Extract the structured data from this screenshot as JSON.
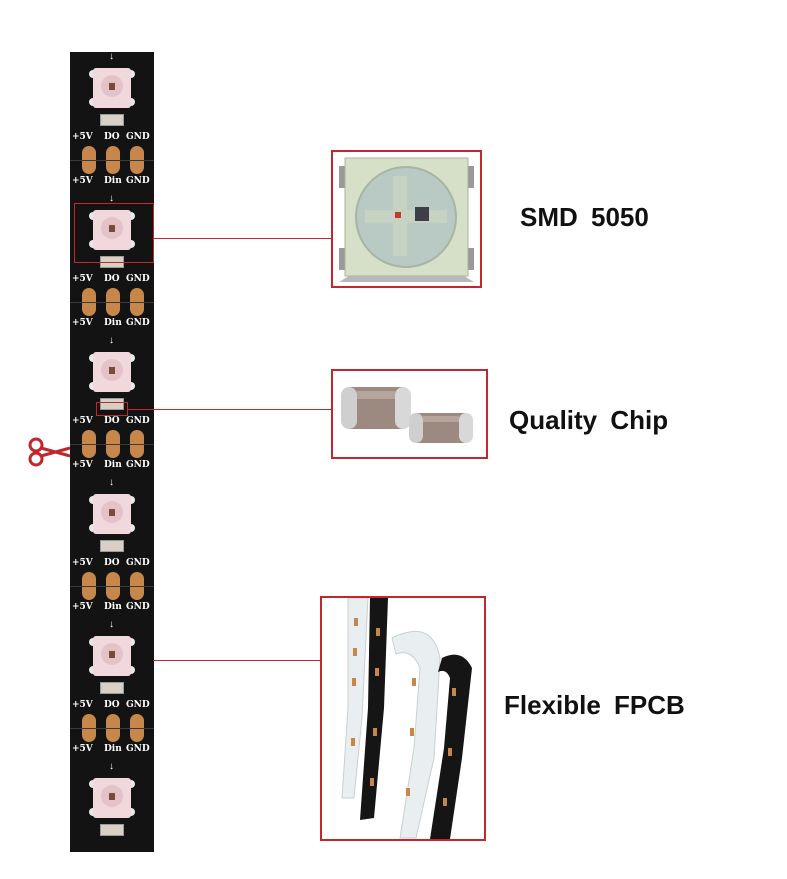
{
  "features": [
    {
      "id": "smd",
      "label": "SMD 5050"
    },
    {
      "id": "chip",
      "label": "Quality Chip"
    },
    {
      "id": "fpcb",
      "label": "Flexible FPCB"
    }
  ],
  "strip": {
    "pad_labels_top": [
      "+5V",
      "DO",
      "GND"
    ],
    "pad_labels_bottom": [
      "+5V",
      "Din",
      "GND"
    ]
  },
  "colors": {
    "accent": "#c1272d",
    "strip": "#131313",
    "pad": "#c8874a"
  },
  "icons": {
    "cut_mark": "scissors-icon"
  }
}
